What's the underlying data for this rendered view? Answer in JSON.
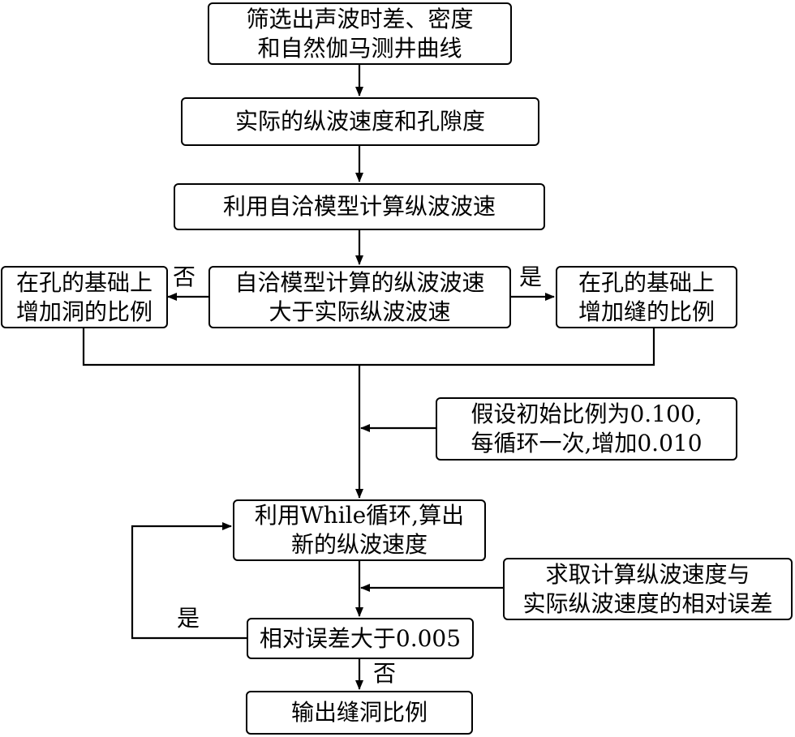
{
  "nodes": {
    "filter_curves": [
      "筛选出声波时差、密度",
      "和自然伽马测井曲线"
    ],
    "actual_velocity": [
      "实际的纵波速度和孔隙度"
    ],
    "sca_compute": [
      "利用自洽模型计算纵波波速"
    ],
    "compare": [
      "自洽模型计算的纵波波速",
      "大于实际纵波波速"
    ],
    "add_vug": [
      "在孔的基础上",
      "增加洞的比例"
    ],
    "add_fracture": [
      "在孔的基础上",
      "增加缝的比例"
    ],
    "initial_ratio": [
      "假设初始比例为0.100,",
      "每循环一次,增加0.010"
    ],
    "while_loop": [
      "利用While循环,算出",
      "新的纵波速度"
    ],
    "relative_error": [
      "求取计算纵波速度与",
      "实际纵波速度的相对误差"
    ],
    "error_check": [
      "相对误差大于0.005"
    ],
    "output": [
      "输出缝洞比例"
    ]
  },
  "edge_labels": {
    "no_left": "否",
    "yes_right": "是",
    "yes_loop": "是",
    "no_down": "否"
  }
}
